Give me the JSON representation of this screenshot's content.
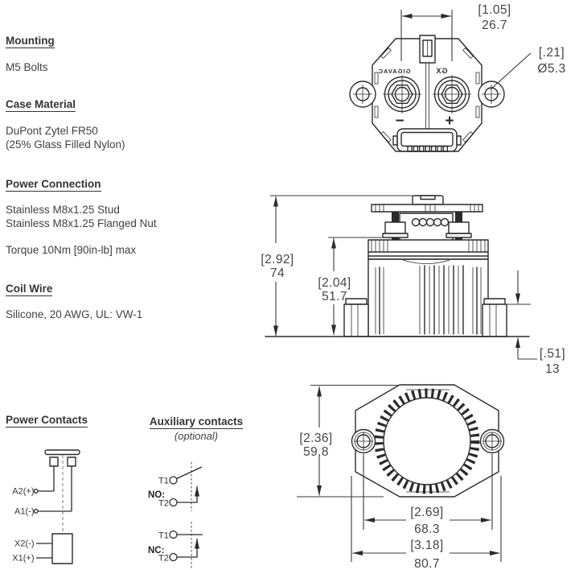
{
  "colors": {
    "line": "#2b2b2b",
    "text": "#414141",
    "background": "#ffffff"
  },
  "specs": {
    "sections": [
      {
        "heading": "Mounting",
        "lines": [
          "M5 Bolts"
        ]
      },
      {
        "heading": "Case Material",
        "lines": [
          "DuPont Zytel FR50",
          "(25% Glass Filled Nylon)"
        ]
      },
      {
        "heading": "Power Connection",
        "lines": [
          "Stainless M8x1.25 Stud",
          "Stainless M8x1.25 Flanged Nut",
          "Torque 10Nm [90in-lb] max"
        ]
      },
      {
        "heading": "Coil Wire",
        "lines": [
          "Silicone, 20 AWG, UL: VW-1"
        ]
      }
    ]
  },
  "power_contacts": {
    "heading": "Power Contacts",
    "labels": {
      "a2": "A2(+)",
      "a1": "A1(-)",
      "x2": "X2(-)",
      "x1": "X1(+)"
    }
  },
  "aux_contacts": {
    "heading": "Auxiliary contacts",
    "subheading": "(optional)",
    "no_label": "NO:",
    "nc_label": "NC:",
    "t1": "T1",
    "t2": "T2"
  },
  "top_view": {
    "dim_width_in": "[1.05]",
    "dim_width_mm": "26.7",
    "dim_hole_in": "[.21]",
    "dim_hole_mm": "Ø5.3",
    "marking_left": "GIGAVAC",
    "marking_right": "GX",
    "polarity_minus": "−",
    "polarity_plus": "+"
  },
  "side_view": {
    "dim_height_in": "[2.92]",
    "dim_height_mm": "74",
    "dim_body_in": "[2.04]",
    "dim_body_mm": "51.7",
    "dim_flange_in": "[.51]",
    "dim_flange_mm": "13"
  },
  "bottom_view": {
    "dim_height_in": "[2.36]",
    "dim_height_mm": "59.8",
    "dim_holes_in": "[2.69]",
    "dim_holes_mm": "68.3",
    "dim_width_in": "[3.18]",
    "dim_width_mm": "80.7"
  }
}
